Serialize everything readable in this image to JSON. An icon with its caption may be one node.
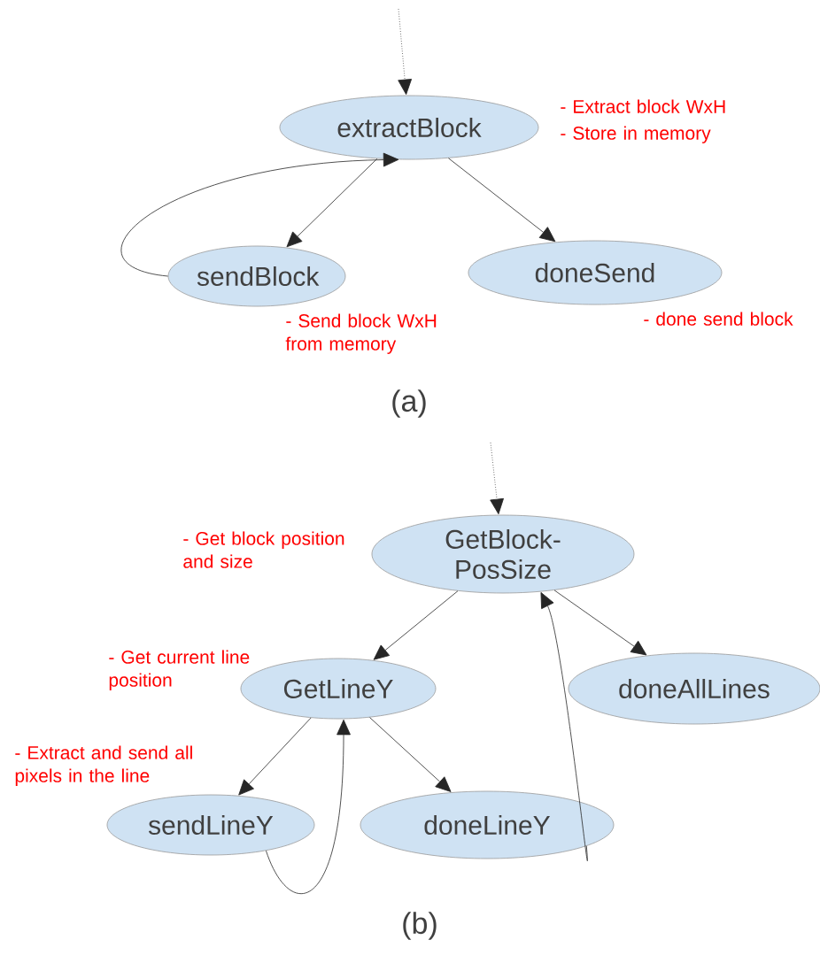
{
  "diagram": {
    "nodes": [
      {
        "text": [
          "extractBlock"
        ],
        "beside": [
          "- Extract block WxH",
          "- Store in memory"
        ]
      },
      {
        "text": [
          "sendBlock"
        ],
        "beside": [
          "- Send block WxH from memory"
        ]
      },
      {
        "text": [
          "doneSend"
        ],
        "beside": [
          "- done send block"
        ]
      },
      {
        "text": [
          "GetBlock- PosSize"
        ],
        "beside": [
          "- Get block position and size"
        ]
      },
      {
        "text": [
          "GetLineY"
        ],
        "beside": [
          "- Get current line position"
        ]
      },
      {
        "text": [
          "doneAllLines"
        ]
      },
      {
        "text": [
          "sendLineY"
        ],
        "beside": [
          "- Extract and send all pixels in the line"
        ]
      },
      {
        "text": [
          "doneLineY"
        ]
      }
    ],
    "edges": [
      {
        "from": null,
        "to": 0,
        "arrow": "to",
        "style": "dashed"
      },
      {
        "from": 0,
        "to": 1,
        "arrow": "to"
      },
      {
        "from": 1,
        "to": 0,
        "arrow": "to"
      },
      {
        "from": 0,
        "to": 2,
        "arrow": "to"
      },
      {
        "from": null,
        "to": 3,
        "arrow": "to",
        "style": "dashed"
      },
      {
        "from": 3,
        "to": 4,
        "arrow": "to"
      },
      {
        "from": 3,
        "to": 5,
        "arrow": "to"
      },
      {
        "from": 4,
        "to": 6,
        "arrow": "to"
      },
      {
        "from": 4,
        "to": 7,
        "arrow": "to"
      },
      {
        "from": 6,
        "to": 4,
        "arrow": "to"
      },
      {
        "from": 7,
        "to": 3,
        "arrow": "to"
      }
    ],
    "labels": [
      "(a)",
      "(b)"
    ]
  }
}
